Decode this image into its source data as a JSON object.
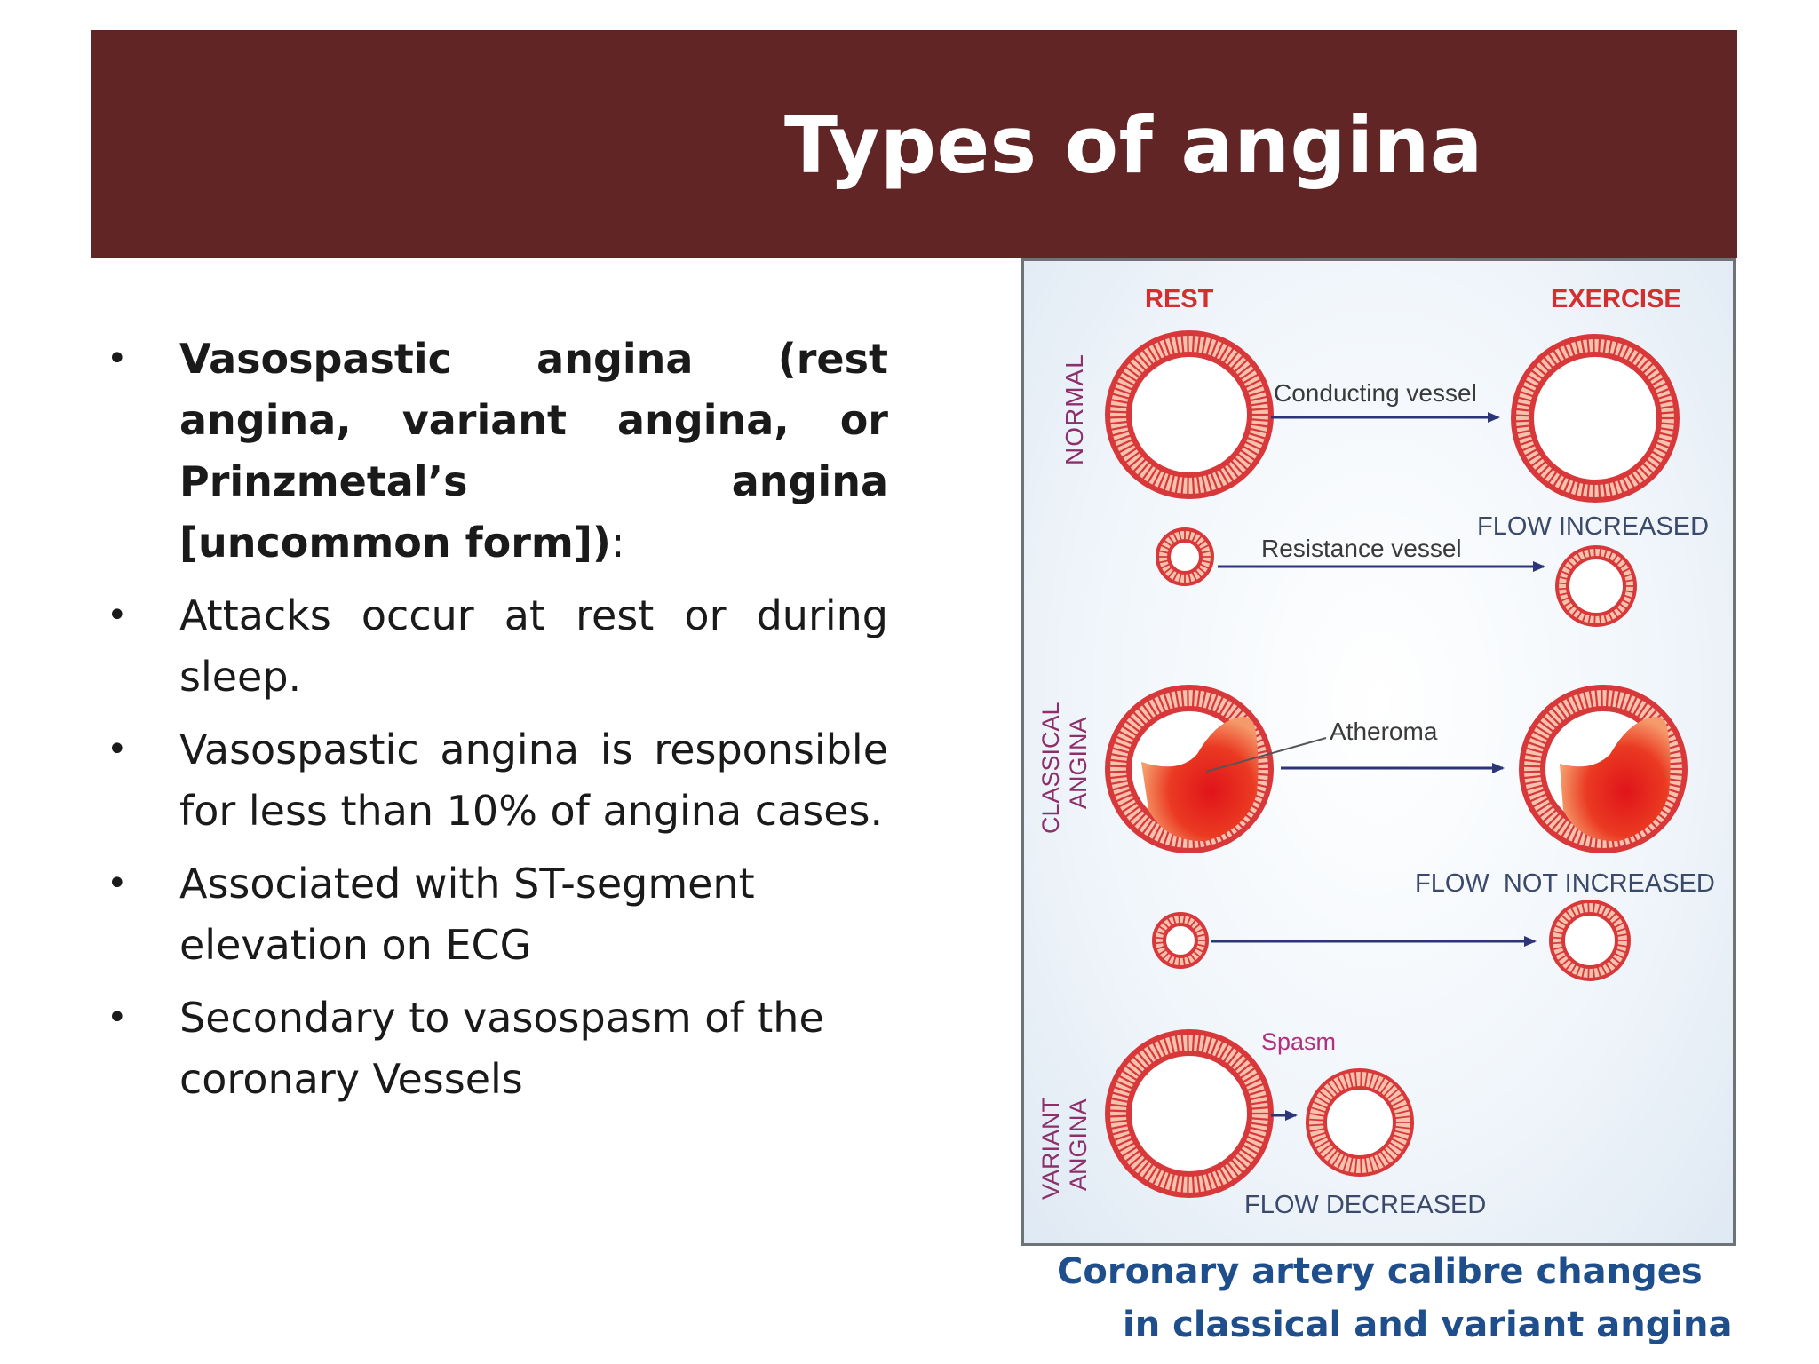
{
  "slide": {
    "title": "Types of angina"
  },
  "bullets": [
    {
      "bold": "Vasospastic angina (rest angina, variant angina, or Prinzmetal’s angina [uncommon form])",
      "text": ":"
    },
    {
      "bold": "",
      "text": "Attacks occur at rest or during sleep."
    },
    {
      "bold": "",
      "text": "Vasospastic angina is responsible for less than 10% of angina cases."
    },
    {
      "bold": "",
      "text": "Associated with ST-segment elevation on ECG"
    },
    {
      "bold": "",
      "text": "Secondary to vasospasm of the coronary Vessels"
    }
  ],
  "figure": {
    "col_rest": "REST",
    "col_exercise": "EXERCISE",
    "row_normal": "NORMAL",
    "row_classical_1": "CLASSICAL",
    "row_classical_2": "ANGINA",
    "row_variant_1": "VARIANT",
    "row_variant_2": "ANGINA",
    "conducting_vessel": "Conducting vessel",
    "resistance_vessel": "Resistance vessel",
    "flow_increased": "FLOW INCREASED",
    "atheroma": "Atheroma",
    "flow_not_increased": "FLOW  NOT INCREASED",
    "spasm": "Spasm",
    "flow_decreased": "FLOW DECREASED"
  },
  "caption": {
    "line1": "Coronary artery calibre changes",
    "line2": "in classical and variant angina"
  },
  "colors": {
    "header": "#622525",
    "vessel_red": "#d8383a",
    "arrow": "#2c3577",
    "row_label": "#8c2f6a",
    "caption": "#1f4e8c"
  }
}
